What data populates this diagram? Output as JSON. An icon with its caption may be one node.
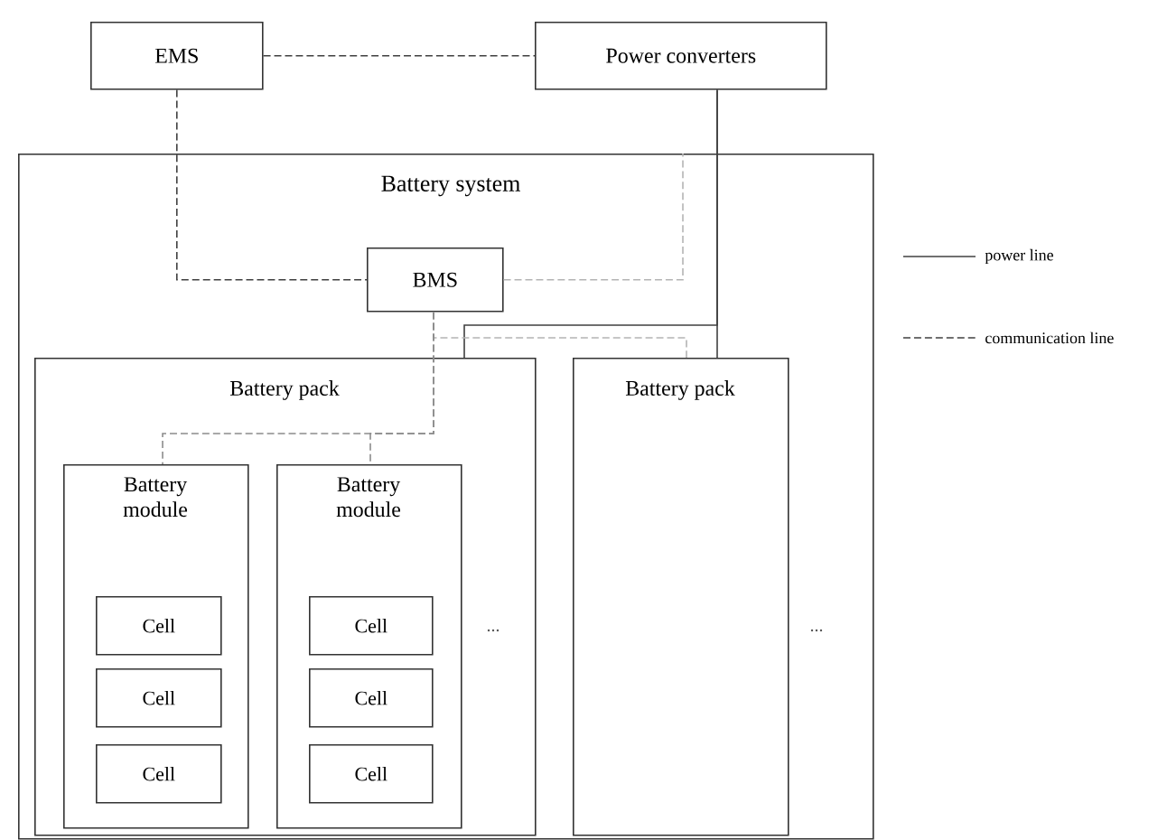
{
  "diagram": {
    "nodes": [
      {
        "text": [
          "EMS"
        ]
      },
      {
        "text": [
          "Power converters"
        ]
      },
      {
        "text": [
          "Battery system"
        ]
      },
      {
        "text": [
          "BMS"
        ],
        "in": 2
      },
      {
        "text": [
          "Battery pack"
        ],
        "in": 2
      },
      {
        "text": [
          "Battery module"
        ],
        "in": 4
      },
      {
        "text": [
          "Cell"
        ],
        "in": 5
      },
      {
        "text": [
          "Cell"
        ],
        "in": 5
      },
      {
        "text": [
          "Cell"
        ],
        "in": 5
      },
      {
        "text": [
          "Battery module"
        ],
        "in": 4
      },
      {
        "text": [
          "Cell"
        ],
        "in": 9
      },
      {
        "text": [
          "Cell"
        ],
        "in": 9
      },
      {
        "text": [
          "Cell"
        ],
        "in": 9
      },
      {
        "text": [
          "Battery pack"
        ],
        "in": 2
      }
    ],
    "edges": [
      {
        "from": 0,
        "to": 1,
        "arrow": "none",
        "style": "dashed"
      },
      {
        "from": 0,
        "to": 3,
        "arrow": "none",
        "style": "dashed"
      },
      {
        "from": 3,
        "to": 2,
        "arrow": "none",
        "style": "dashed",
        "color": "#b4b4b4"
      },
      {
        "from": 1,
        "to": 13,
        "arrow": "none"
      },
      {
        "from": 1,
        "to": 4,
        "arrow": "none"
      },
      {
        "from": 3,
        "to": 13,
        "arrow": "none",
        "style": "dashed",
        "color": "#b4b4b4"
      },
      {
        "from": 3,
        "to": 5,
        "arrow": "none",
        "style": "dashed",
        "color": "#8c8c8c"
      },
      {
        "from": 3,
        "to": 9,
        "arrow": "none",
        "style": "dashed",
        "color": "#8c8c8c"
      }
    ],
    "labels": [
      "...",
      "..."
    ],
    "legend": [
      {
        "text": "power line"
      },
      {
        "text": "communication line"
      }
    ]
  }
}
